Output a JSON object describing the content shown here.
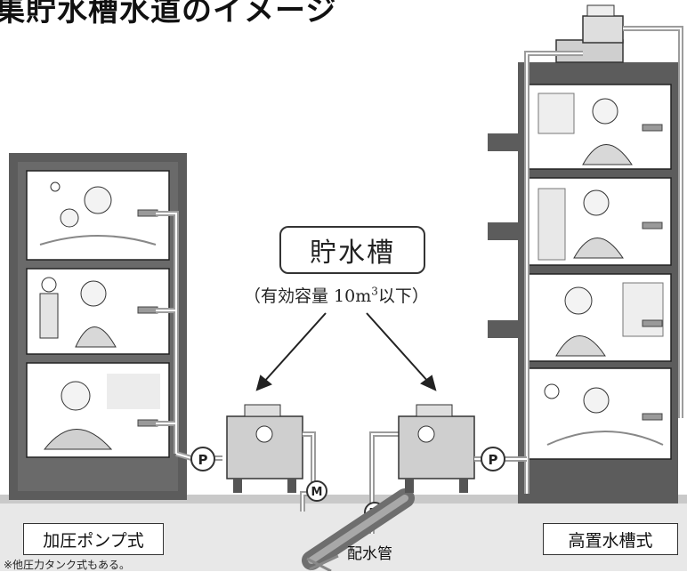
{
  "title": "集貯水槽水道のイメージ",
  "storage_tank": {
    "label": "貯水槽",
    "capacity": "（有効容量 10m",
    "capacity_sup": "3",
    "capacity_suffix": "以下）"
  },
  "systems": {
    "left_label": "加圧ポンプ式",
    "left_note": "※他圧力タンク式もある。",
    "right_label": "高置水槽式"
  },
  "water_main_label": "配水管",
  "pump_symbol": "P",
  "meter_symbol": "M",
  "colors": {
    "building_wall": "#585858",
    "pipe": "#8c8c8c",
    "tank": "#cfcfcf",
    "ground": "#d6d6d6",
    "water_main": "#7a7a7a"
  },
  "rooms": {
    "left": [
      "bath-scene",
      "drinking-scene",
      "elderly-drinking-scene"
    ],
    "right": [
      "washing-face-scene",
      "cooking-scene",
      "brushing-teeth-scene",
      "bath-scene"
    ]
  }
}
